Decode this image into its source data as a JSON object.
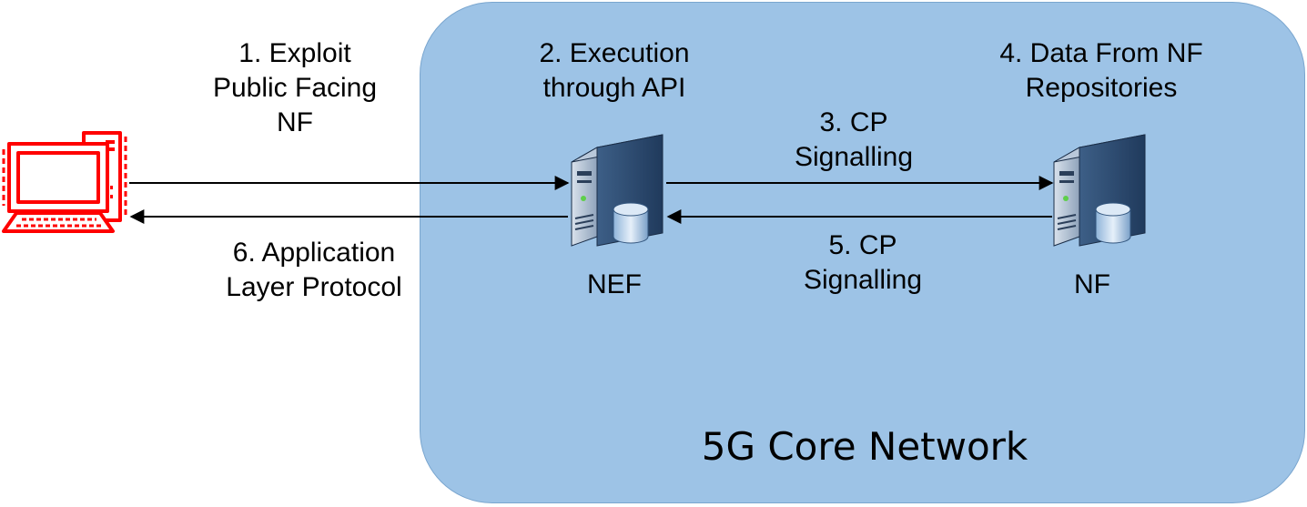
{
  "core_network": {
    "title": "5G Core Network",
    "fill_color": "#9dc3e6"
  },
  "nodes": {
    "attacker": {
      "icon": "computer-icon",
      "color": "#ff0000"
    },
    "nef": {
      "label": "NEF",
      "icon": "server-icon"
    },
    "nf": {
      "label": "NF",
      "icon": "server-icon"
    }
  },
  "steps": {
    "step1": "1. Exploit\nPublic Facing\nNF",
    "step2": "2. Execution\nthrough API",
    "step3": "3. CP\nSignalling",
    "step4": "4. Data From NF\nRepositories",
    "step5": "5. CP\nSignalling",
    "step6": "6. Application\nLayer Protocol"
  }
}
